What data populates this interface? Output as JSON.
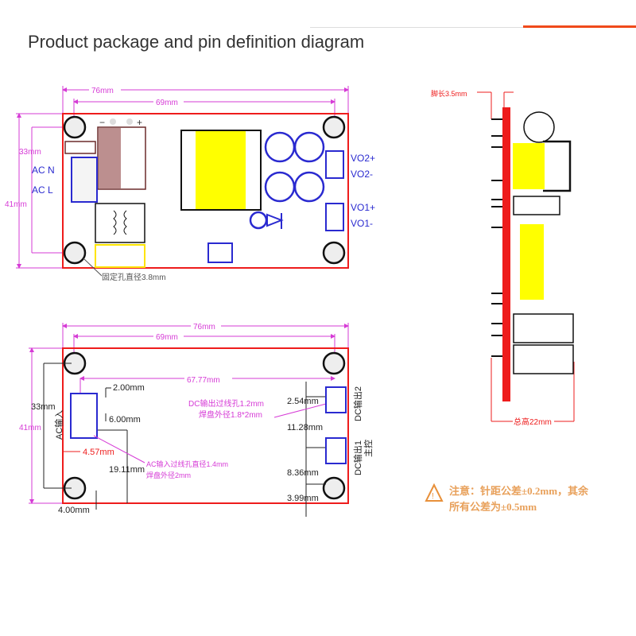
{
  "header": {
    "title": "Product package and pin definition diagram"
  },
  "colors": {
    "accent": "#f04a1a",
    "board": "#ee1c1c",
    "dimension": "#d63bd6",
    "component": "#2a2ad0",
    "transformer": "#ffff00"
  },
  "top_view": {
    "width_outer": "76mm",
    "width_holes": "69mm",
    "height_outer": "41mm",
    "height_holes": "33mm",
    "ac_n": "AC  N",
    "ac_l": "AC  L",
    "vo2_plus": "VO2+",
    "vo2_minus": "VO2-",
    "vo1_plus": "VO1+",
    "vo1_minus": "VO1-",
    "hole_note": "固定孔直径3.8mm"
  },
  "bottom_view": {
    "width_outer": "76mm",
    "width_holes": "69mm",
    "height_outer": "41mm",
    "height_holes": "33mm",
    "pin_span": "67.77mm",
    "pitch_ac": "2.00mm",
    "ac_pin_gap": "6.00mm",
    "ac_offset": "4.57mm",
    "ac_bottom": "19.11mm",
    "hole_offset": "4.00mm",
    "dc_pitch": "2.54mm",
    "dc_gap": "11.28mm",
    "dc_bottom": "8.36mm",
    "dc_edge": "3.99mm",
    "ac_input_label": "AC输入",
    "dc_hole_note_1": "DC输出过线孔1.2mm",
    "dc_hole_note_2": "焊盘外径1.8*2mm",
    "ac_hole_note_1": "AC输入过线孔直径1.4mm",
    "ac_hole_note_2": "焊盘外径2mm",
    "dc_out2": "DC输出2",
    "dc_out1": "DC输出1",
    "dc_out1_sub": "主控"
  },
  "side_view": {
    "pin_length": "脚长3.5mm",
    "total_height": "总高22mm"
  },
  "notes": {
    "line1": "注意：针距公差±0.2mm，其余",
    "line2": "所有公差为±0.5mm"
  }
}
